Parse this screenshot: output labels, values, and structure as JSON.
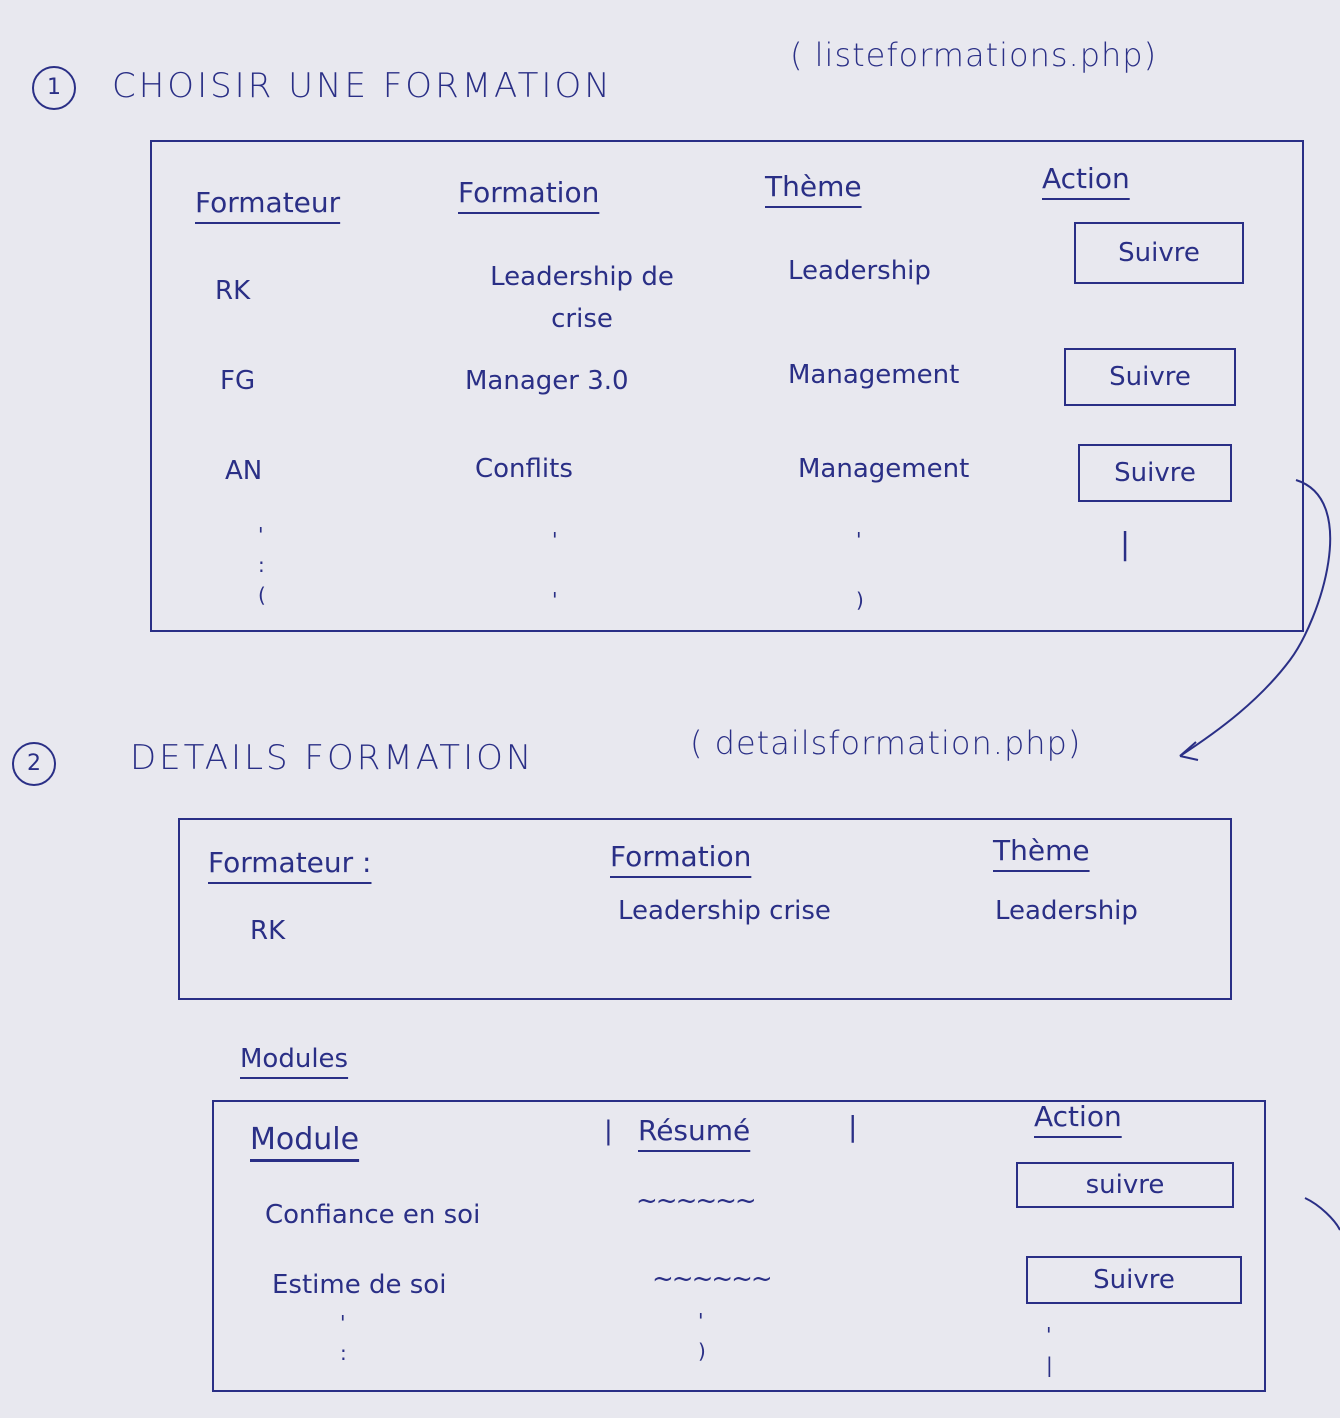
{
  "section1": {
    "number": "1",
    "title": "CHOISIR UNE FORMATION",
    "file": "( listeformations.php)",
    "headers": [
      "Formateur",
      "Formation",
      "Thème",
      "Action"
    ],
    "rows": [
      {
        "formateur": "RK",
        "formation": "Leadership de crise",
        "theme": "Leadership",
        "action": "Suivre"
      },
      {
        "formateur": "FG",
        "formation": "Manager 3.0",
        "theme": "Management",
        "action": "Suivre"
      },
      {
        "formateur": "AN",
        "formation": "Conflits",
        "theme": "Management",
        "action": "Suivre"
      }
    ]
  },
  "section2": {
    "number": "2",
    "title": "DETAILS FORMATION",
    "file": "( detailsformation.php)",
    "detail_headers": [
      "Formateur :",
      "Formation",
      "Thème"
    ],
    "detail_values": [
      "RK",
      "Leadership crise",
      "Leadership"
    ],
    "modules_title": "Modules",
    "module_headers": [
      "Module",
      "Résumé",
      "Action"
    ],
    "modules": [
      {
        "module": "Confiance en soi",
        "resume": "~~~~~~",
        "action": "suivre"
      },
      {
        "module": "Estime de soi",
        "resume": "~~~~~~",
        "action": "Suivre"
      }
    ]
  },
  "colors": {
    "ink": "#2a2f86",
    "paper": "#e8e8ef"
  }
}
